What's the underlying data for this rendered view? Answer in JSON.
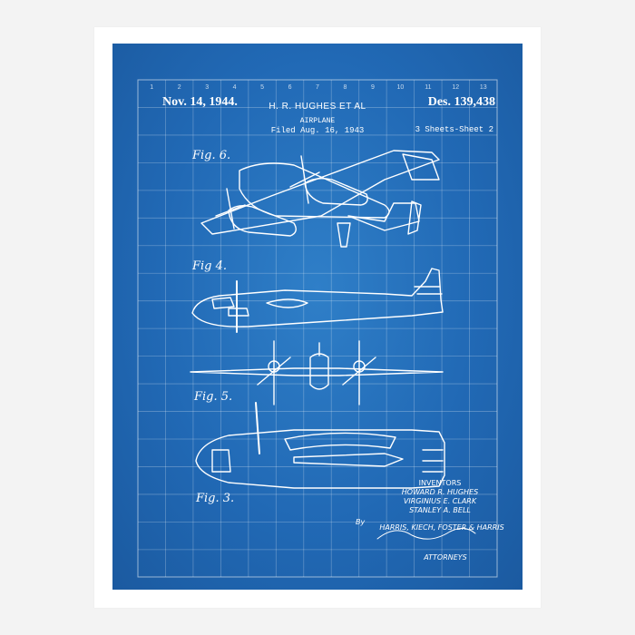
{
  "patent": {
    "date": "Nov. 14, 1944.",
    "inventor_header": "H. R. HUGHES ET AL",
    "title": "AIRPLANE",
    "filed": "Filed Aug. 16, 1943",
    "design_number": "Des. 139,438",
    "sheets": "3 Sheets-Sheet 2"
  },
  "figures": {
    "fig6": "Fig. 6.",
    "fig4": "Fig 4.",
    "fig5": "Fig. 5.",
    "fig3": "Fig. 3."
  },
  "grid_numbers": [
    "1",
    "2",
    "3",
    "4",
    "5",
    "6",
    "7",
    "8",
    "9",
    "10",
    "11",
    "12",
    "13"
  ],
  "credits": {
    "inventors_label": "INVENTORS",
    "names": [
      "HOWARD R. HUGHES",
      "VIRGINIUS E. CLARK",
      "STANLEY A. BELL"
    ],
    "by": "By",
    "firm": "HARRIS, KIECH, FOSTER & HARRIS",
    "attorneys": "ATTORNEYS"
  },
  "colors": {
    "blueprint": "#2169b5",
    "ink": "#ffffff",
    "frame": "#ffffff",
    "mat": "#f3f3f3"
  }
}
